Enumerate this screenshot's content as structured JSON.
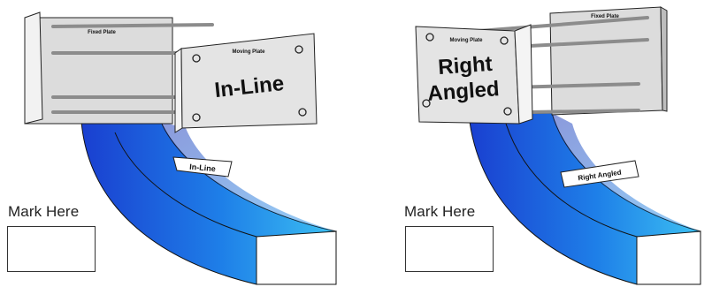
{
  "left": {
    "back_plate_label": "Fixed Plate",
    "front_plate_small": "Moving Plate",
    "front_plate_big": "In-Line",
    "tag_label": "In-Line",
    "mark_label": "Mark Here"
  },
  "right": {
    "back_plate_label": "Fixed Plate",
    "front_plate_small": "Moving Plate",
    "front_plate_big_line1": "Right",
    "front_plate_big_line2": "Angled",
    "tag_label": "Right Angled",
    "mark_label": "Mark Here"
  },
  "colors": {
    "bend_dark": "#1a3fd0",
    "bend_mid": "#1e7fe8",
    "bend_light": "#38b8f0",
    "plate_fill": "#e6e6e6",
    "rod": "#9a9a9a"
  }
}
